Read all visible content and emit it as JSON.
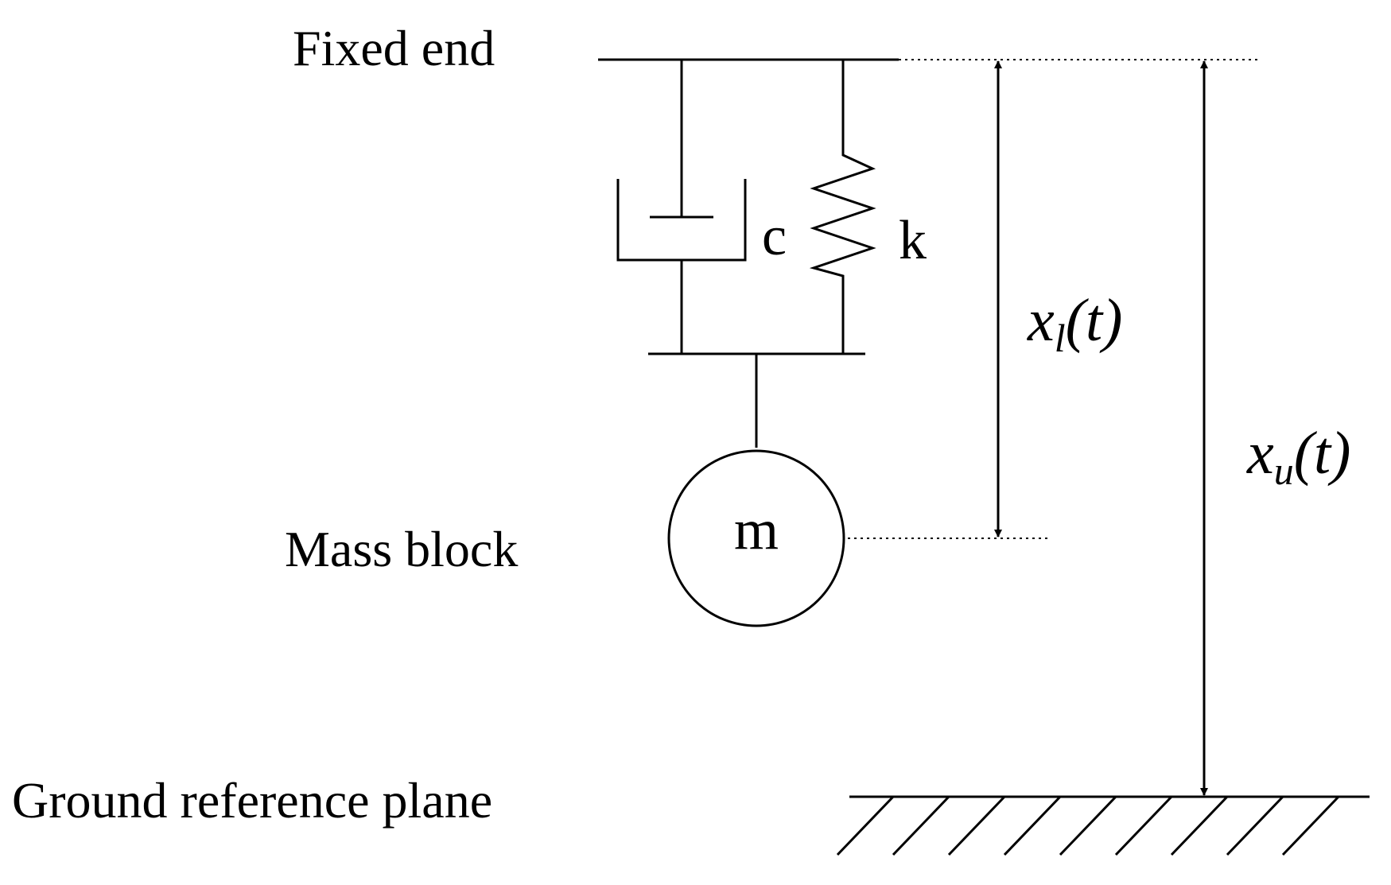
{
  "labels": {
    "fixed_end": "Fixed end",
    "mass_block": "Mass block",
    "ground": "Ground reference plane",
    "damper": "c",
    "spring": "k",
    "mass": "m"
  },
  "dimensions": {
    "lower": {
      "var": "x",
      "sub": "l",
      "arg": "(t)"
    },
    "upper": {
      "var": "x",
      "sub": "u",
      "arg": "(t)"
    }
  }
}
